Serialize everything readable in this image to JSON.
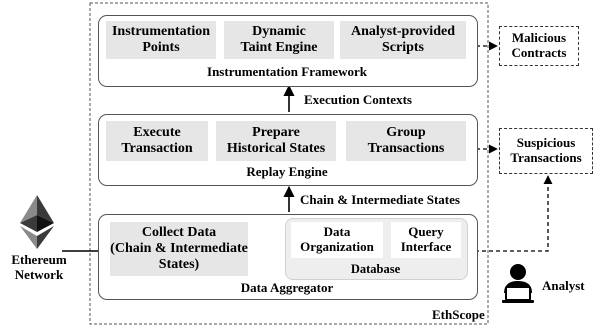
{
  "instrumentation_framework": {
    "title": "Instrumentation Framework",
    "modules": [
      "Instrumentation\nPoints",
      "Dynamic\nTaint Engine",
      "Analyst-provided\nScripts"
    ]
  },
  "replay_engine": {
    "title": "Replay Engine",
    "modules": [
      "Execute\nTransaction",
      "Prepare\nHistorical States",
      "Group\nTransactions"
    ]
  },
  "data_aggregator": {
    "title": "Data Aggregator",
    "collect": "Collect Data\n(Chain & Intermediate\nStates)",
    "database": {
      "title": "Database",
      "modules": [
        "Data\nOrganization",
        "Query\nInterface"
      ]
    }
  },
  "edges": {
    "execution_contexts": "Execution Contexts",
    "chain_states": "Chain & Intermediate States"
  },
  "external": {
    "malicious": "Malicious\nContracts",
    "suspicious": "Suspicious\nTransactions",
    "ethereum": "Ethereum\nNetwork",
    "analyst": "Analyst"
  },
  "system_label": "EthScope",
  "icons": [
    "ethereum-logo-icon",
    "analyst-laptop-icon"
  ]
}
